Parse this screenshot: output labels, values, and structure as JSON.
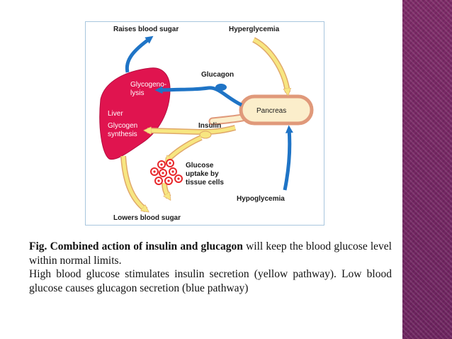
{
  "diagram": {
    "labels": {
      "raises": "Raises blood sugar",
      "hyperglycemia": "Hyperglycemia",
      "glucagon": "Glucagon",
      "glycogenolysis_1": "Glycogeno-",
      "glycogenolysis_2": "lysis",
      "pancreas": "Pancreas",
      "liver": "Liver",
      "glycogen_synthesis_1": "Glycogen",
      "glycogen_synthesis_2": "synthesis",
      "insulin": "Insulin",
      "glucose_uptake_1": "Glucose",
      "glucose_uptake_2": "uptake by",
      "glucose_uptake_3": "tissue cells",
      "hypoglycemia": "Hypoglycemia",
      "lowers": "Lowers blood sugar"
    },
    "colors": {
      "liver": "#e0144f",
      "blue_pathway": "#1f74c6",
      "yellow_pathway": "#f7e681",
      "pancreas_fill": "#fbeecb",
      "pancreas_outline": "#e0997a",
      "glucose_cells": "#e8282c",
      "frame_background": "#ffffff",
      "frame_border": "#a8c6de"
    }
  },
  "caption": {
    "line1_bold": "Fig. Combined action of insulin and glucagon",
    "line1_rest": " will keep the blood glucose level within normal limits.",
    "line2": "High blood glucose stimulates insulin secretion (yellow pathway). Low blood glucose causes glucagon secretion (blue pathway)"
  }
}
